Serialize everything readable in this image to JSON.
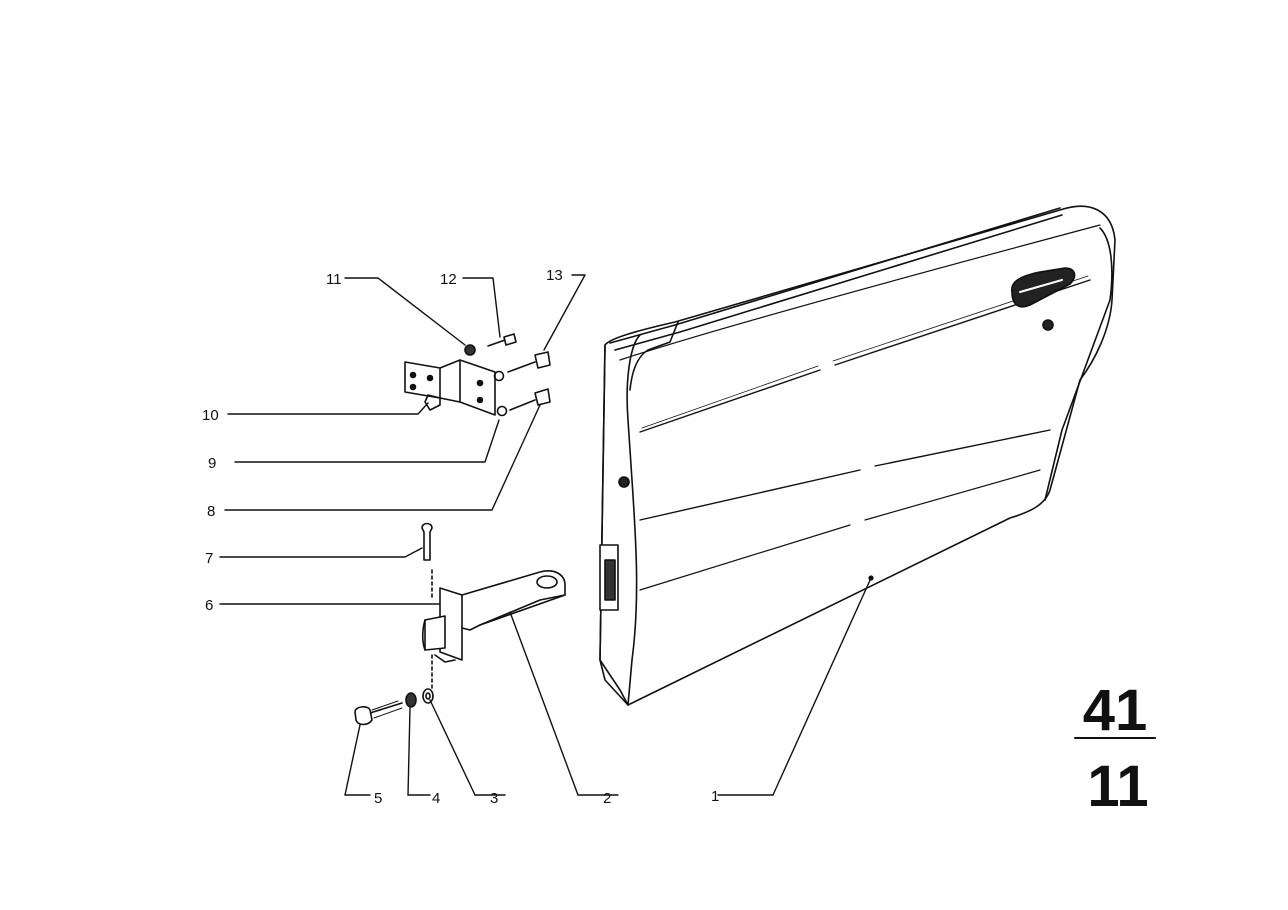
{
  "diagram": {
    "callouts": [
      {
        "id": "1",
        "label": "1"
      },
      {
        "id": "2",
        "label": "2"
      },
      {
        "id": "3",
        "label": "3"
      },
      {
        "id": "4",
        "label": "4"
      },
      {
        "id": "5",
        "label": "5"
      },
      {
        "id": "6",
        "label": "6"
      },
      {
        "id": "7",
        "label": "7"
      },
      {
        "id": "8",
        "label": "8"
      },
      {
        "id": "9",
        "label": "9"
      },
      {
        "id": "10",
        "label": "10"
      },
      {
        "id": "11",
        "label": "11"
      },
      {
        "id": "12",
        "label": "12"
      },
      {
        "id": "13",
        "label": "13"
      }
    ],
    "group_number": {
      "main": "41",
      "sub": "11"
    }
  }
}
